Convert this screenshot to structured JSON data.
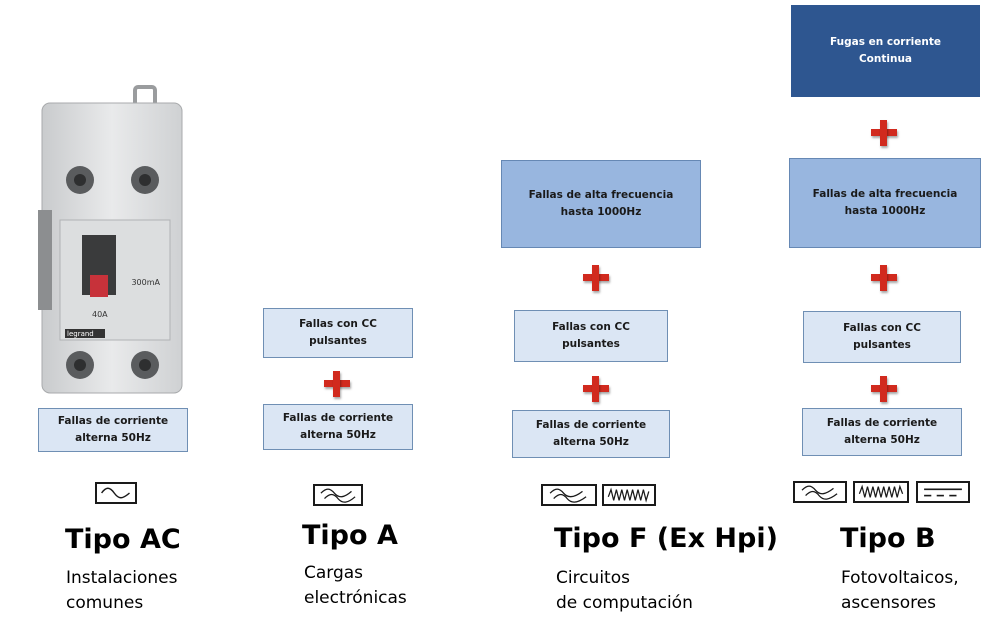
{
  "colors": {
    "light_box": "#dbe6f4",
    "mid_box": "#98b6df",
    "dark_box": "#2e5690",
    "plus": "#d12a1e"
  },
  "device": {
    "label_current": "300mA",
    "label_rating": "40A",
    "label_brand": "legrand"
  },
  "columns": [
    {
      "title": "Tipo AC",
      "subtitle": "Instalaciones\ncomunes",
      "boxes": [
        "Fallas de corriente\nalterna 50Hz"
      ],
      "symbols": [
        "sine-wave-icon"
      ]
    },
    {
      "title": "Tipo A",
      "subtitle": "Cargas\nelectrónicas",
      "boxes": [
        "Fallas con CC\npulsantes",
        "Fallas de corriente\nalterna 50Hz"
      ],
      "symbols": [
        "pulsating-wave-icon"
      ]
    },
    {
      "title": "Tipo F (Ex Hpi)",
      "subtitle": "Circuitos\nde computación",
      "boxes": [
        "Fallas de alta frecuencia\nhasta 1000Hz",
        "Fallas con CC\npulsantes",
        "Fallas de corriente\nalterna 50Hz"
      ],
      "symbols": [
        "pulsating-wave-icon",
        "high-frequency-wave-icon"
      ]
    },
    {
      "title": "Tipo B",
      "subtitle": "Fotovoltaicos,\nascensores",
      "boxes": [
        "Fugas en corriente\nContinua",
        "Fallas de alta frecuencia\nhasta 1000Hz",
        "Fallas con CC\npulsantes",
        "Fallas de corriente\nalterna 50Hz"
      ],
      "symbols": [
        "pulsating-wave-icon",
        "high-frequency-wave-icon",
        "direct-current-icon"
      ]
    }
  ]
}
